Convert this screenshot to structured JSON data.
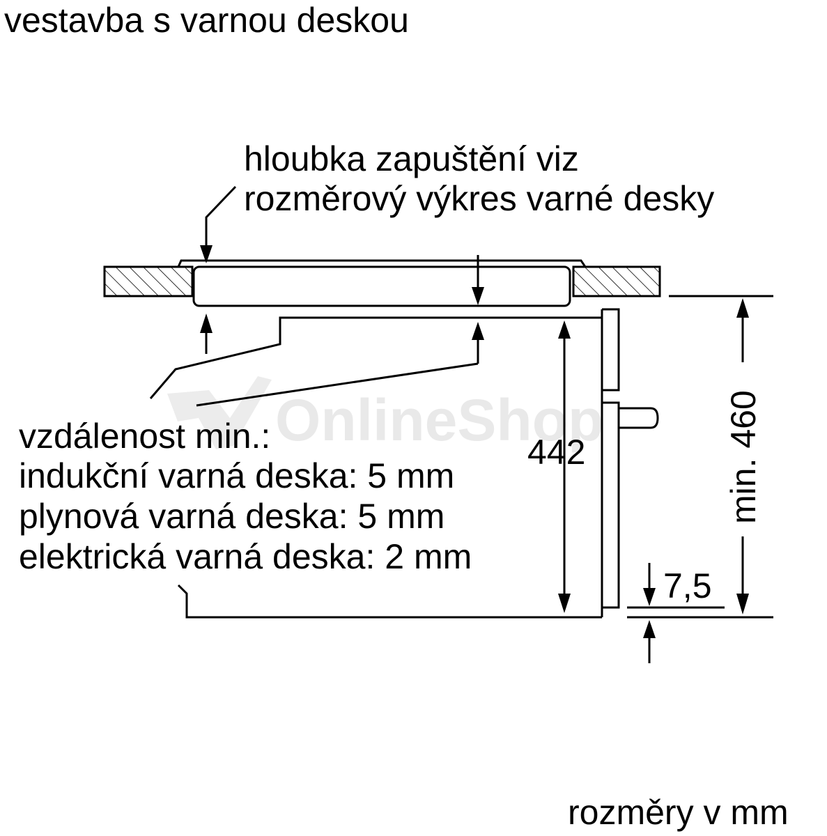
{
  "title": "vestavba s varnou deskou",
  "note_depth": {
    "line1": "hloubka zapuštění viz",
    "line2": "rozměrový výkres varné desky"
  },
  "note_distance": {
    "line1": "vzdálenost min.:",
    "line2": "indukční varná deska: 5 mm",
    "line3": "plynová varná deska: 5 mm",
    "line4": "elektrická varná deska: 2 mm"
  },
  "dimensions": {
    "oven_height": "442",
    "cabinet_height": "min. 460",
    "bottom_gap": "7,5"
  },
  "units_note": "rozměry v mm",
  "watermark": "OnlineShop",
  "colors": {
    "line": "#000000",
    "background": "#ffffff",
    "watermark": "#e4e4e4"
  }
}
